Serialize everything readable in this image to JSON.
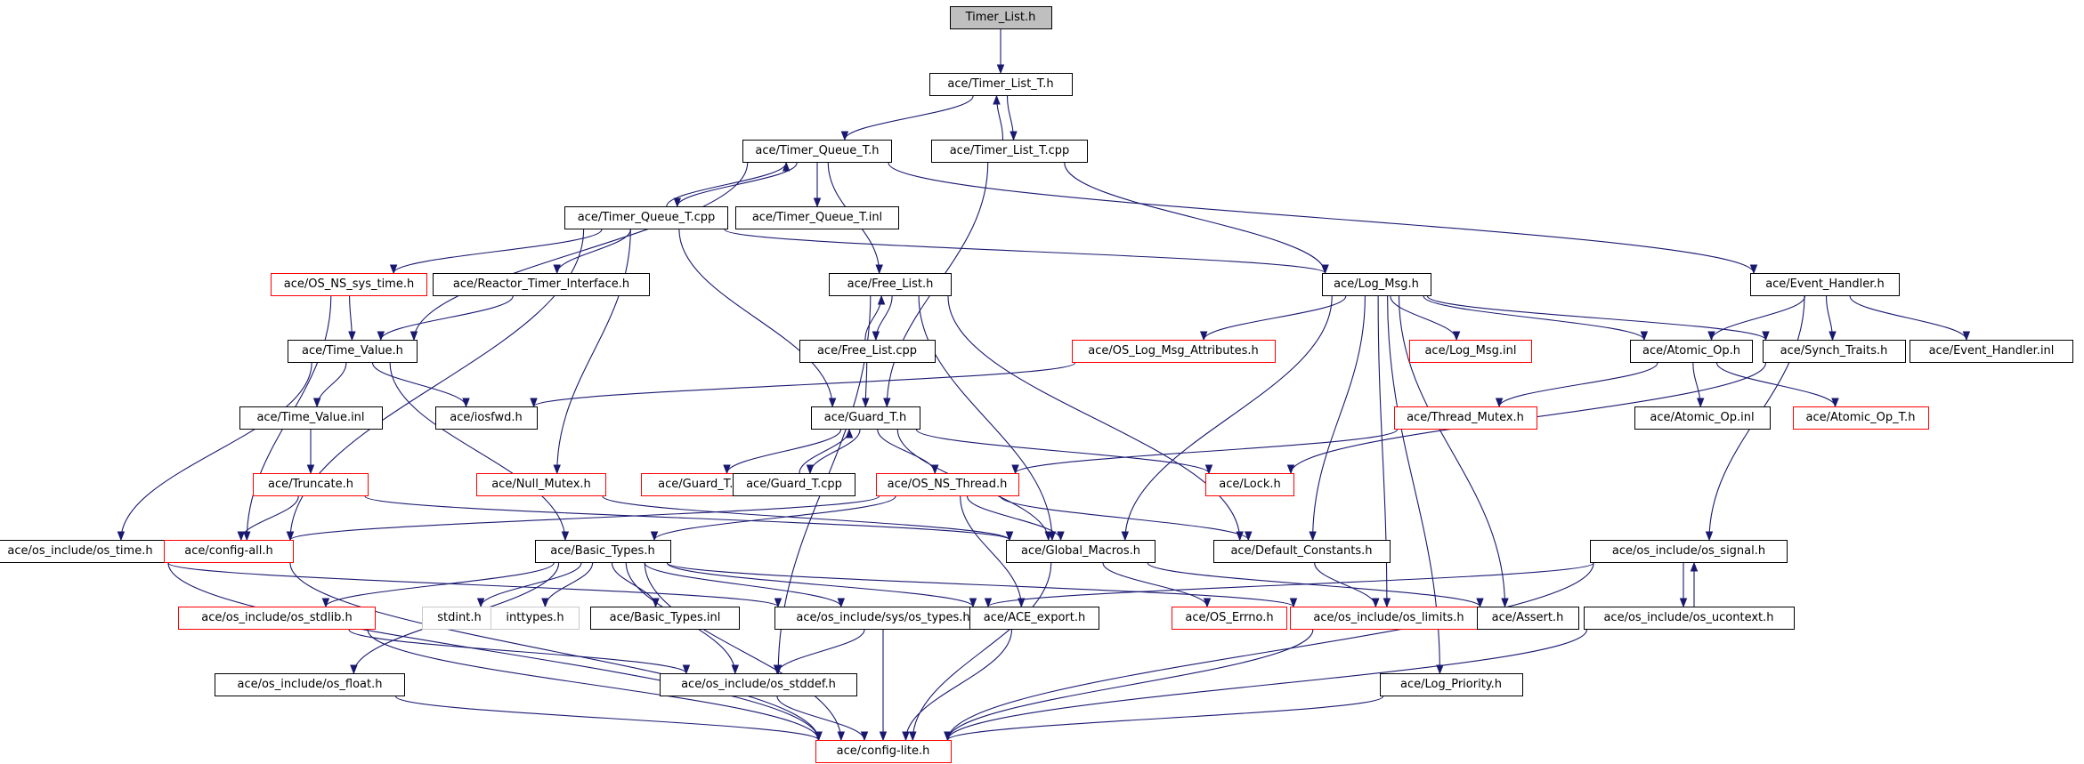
{
  "graph": {
    "colors": {
      "edge": "#191970",
      "missing_border": "#ff0000",
      "normal_border": "#000000",
      "system_border": "#c8c8c8",
      "root_fill": "#bfbfbf"
    },
    "nodes": [
      {
        "id": "timer_list_h",
        "label": "Timer_List.h",
        "style": "root"
      },
      {
        "id": "timer_list_t_h",
        "label": "ace/Timer_List_T.h",
        "style": "normal"
      },
      {
        "id": "timer_queue_t_h",
        "label": "ace/Timer_Queue_T.h",
        "style": "normal"
      },
      {
        "id": "timer_list_t_cpp",
        "label": "ace/Timer_List_T.cpp",
        "style": "normal"
      },
      {
        "id": "timer_queue_t_cpp",
        "label": "ace/Timer_Queue_T.cpp",
        "style": "normal"
      },
      {
        "id": "timer_queue_t_inl",
        "label": "ace/Timer_Queue_T.inl",
        "style": "normal"
      },
      {
        "id": "os_ns_sys_time_h",
        "label": "ace/OS_NS_sys_time.h",
        "style": "red"
      },
      {
        "id": "reactor_timer_interface_h",
        "label": "ace/Reactor_Timer_Interface.h",
        "style": "normal"
      },
      {
        "id": "free_list_h",
        "label": "ace/Free_List.h",
        "style": "normal"
      },
      {
        "id": "log_msg_h",
        "label": "ace/Log_Msg.h",
        "style": "normal"
      },
      {
        "id": "event_handler_h",
        "label": "ace/Event_Handler.h",
        "style": "normal"
      },
      {
        "id": "time_value_h",
        "label": "ace/Time_Value.h",
        "style": "normal"
      },
      {
        "id": "free_list_cpp",
        "label": "ace/Free_List.cpp",
        "style": "normal"
      },
      {
        "id": "os_log_msg_attributes_h",
        "label": "ace/OS_Log_Msg_Attributes.h",
        "style": "red"
      },
      {
        "id": "log_msg_inl",
        "label": "ace/Log_Msg.inl",
        "style": "red"
      },
      {
        "id": "atomic_op_h",
        "label": "ace/Atomic_Op.h",
        "style": "normal"
      },
      {
        "id": "synch_traits_h",
        "label": "ace/Synch_Traits.h",
        "style": "normal"
      },
      {
        "id": "event_handler_inl",
        "label": "ace/Event_Handler.inl",
        "style": "normal"
      },
      {
        "id": "time_value_inl",
        "label": "ace/Time_Value.inl",
        "style": "normal"
      },
      {
        "id": "iosfwd_h",
        "label": "ace/iosfwd.h",
        "style": "normal"
      },
      {
        "id": "guard_t_h",
        "label": "ace/Guard_T.h",
        "style": "normal"
      },
      {
        "id": "thread_mutex_h",
        "label": "ace/Thread_Mutex.h",
        "style": "red"
      },
      {
        "id": "atomic_op_inl",
        "label": "ace/Atomic_Op.inl",
        "style": "normal"
      },
      {
        "id": "atomic_op_t_h",
        "label": "ace/Atomic_Op_T.h",
        "style": "red"
      },
      {
        "id": "truncate_h",
        "label": "ace/Truncate.h",
        "style": "red"
      },
      {
        "id": "null_mutex_h",
        "label": "ace/Null_Mutex.h",
        "style": "red"
      },
      {
        "id": "guard_t_inl",
        "label": "ace/Guard_T.inl",
        "style": "red"
      },
      {
        "id": "guard_t_cpp",
        "label": "ace/Guard_T.cpp",
        "style": "normal"
      },
      {
        "id": "os_ns_thread_h",
        "label": "ace/OS_NS_Thread.h",
        "style": "red"
      },
      {
        "id": "lock_h",
        "label": "ace/Lock.h",
        "style": "red"
      },
      {
        "id": "os_include_os_time_h",
        "label": "ace/os_include/os_time.h",
        "style": "normal"
      },
      {
        "id": "config_all_h",
        "label": "ace/config-all.h",
        "style": "red"
      },
      {
        "id": "basic_types_h",
        "label": "ace/Basic_Types.h",
        "style": "normal"
      },
      {
        "id": "global_macros_h",
        "label": "ace/Global_Macros.h",
        "style": "normal"
      },
      {
        "id": "default_constants_h",
        "label": "ace/Default_Constants.h",
        "style": "normal"
      },
      {
        "id": "os_include_os_signal_h",
        "label": "ace/os_include/os_signal.h",
        "style": "normal"
      },
      {
        "id": "os_include_os_stdlib_h",
        "label": "ace/os_include/os_stdlib.h",
        "style": "red"
      },
      {
        "id": "stdint_h",
        "label": "stdint.h",
        "style": "gray"
      },
      {
        "id": "inttypes_h",
        "label": "inttypes.h",
        "style": "gray"
      },
      {
        "id": "basic_types_inl",
        "label": "ace/Basic_Types.inl",
        "style": "normal"
      },
      {
        "id": "os_include_sys_os_types_h",
        "label": "ace/os_include/sys/os_types.h",
        "style": "normal"
      },
      {
        "id": "ace_export_h",
        "label": "ace/ACE_export.h",
        "style": "normal"
      },
      {
        "id": "os_errno_h",
        "label": "ace/OS_Errno.h",
        "style": "red"
      },
      {
        "id": "os_include_os_limits_h",
        "label": "ace/os_include/os_limits.h",
        "style": "red"
      },
      {
        "id": "assert_h",
        "label": "ace/Assert.h",
        "style": "normal"
      },
      {
        "id": "os_include_os_ucontext_h",
        "label": "ace/os_include/os_ucontext.h",
        "style": "normal"
      },
      {
        "id": "os_include_os_float_h",
        "label": "ace/os_include/os_float.h",
        "style": "normal"
      },
      {
        "id": "os_include_os_stddef_h",
        "label": "ace/os_include/os_stddef.h",
        "style": "normal"
      },
      {
        "id": "log_priority_h",
        "label": "ace/Log_Priority.h",
        "style": "normal"
      },
      {
        "id": "config_lite_h",
        "label": "ace/config-lite.h",
        "style": "red"
      }
    ],
    "edges": [
      [
        "timer_list_h",
        "timer_list_t_h"
      ],
      [
        "timer_list_t_h",
        "timer_queue_t_h"
      ],
      [
        "timer_list_t_h",
        "timer_list_t_cpp"
      ],
      [
        "timer_list_t_cpp",
        "timer_list_t_h"
      ],
      [
        "timer_list_t_cpp",
        "guard_t_h"
      ],
      [
        "timer_list_t_cpp",
        "log_msg_h"
      ],
      [
        "timer_queue_t_h",
        "timer_queue_t_cpp"
      ],
      [
        "timer_queue_t_cpp",
        "timer_queue_t_h"
      ],
      [
        "timer_queue_t_h",
        "timer_queue_t_inl"
      ],
      [
        "timer_queue_t_h",
        "time_value_h"
      ],
      [
        "timer_queue_t_h",
        "free_list_h"
      ],
      [
        "timer_queue_t_h",
        "event_handler_h"
      ],
      [
        "timer_queue_t_cpp",
        "os_ns_sys_time_h"
      ],
      [
        "timer_queue_t_cpp",
        "reactor_timer_interface_h"
      ],
      [
        "timer_queue_t_cpp",
        "config_all_h"
      ],
      [
        "timer_queue_t_cpp",
        "null_mutex_h"
      ],
      [
        "timer_queue_t_cpp",
        "guard_t_h"
      ],
      [
        "timer_queue_t_cpp",
        "log_msg_h"
      ],
      [
        "os_ns_sys_time_h",
        "time_value_h"
      ],
      [
        "os_ns_sys_time_h",
        "config_all_h"
      ],
      [
        "reactor_timer_interface_h",
        "time_value_h"
      ],
      [
        "time_value_h",
        "time_value_inl"
      ],
      [
        "time_value_h",
        "iosfwd_h"
      ],
      [
        "time_value_h",
        "basic_types_h"
      ],
      [
        "time_value_h",
        "os_include_os_time_h"
      ],
      [
        "time_value_inl",
        "truncate_h"
      ],
      [
        "truncate_h",
        "config_all_h"
      ],
      [
        "truncate_h",
        "global_macros_h"
      ],
      [
        "free_list_h",
        "free_list_cpp"
      ],
      [
        "free_list_cpp",
        "free_list_h"
      ],
      [
        "free_list_cpp",
        "guard_t_h"
      ],
      [
        "free_list_h",
        "global_macros_h"
      ],
      [
        "free_list_h",
        "default_constants_h"
      ],
      [
        "free_list_h",
        "os_include_os_stddef_h"
      ],
      [
        "guard_t_h",
        "guard_t_inl"
      ],
      [
        "guard_t_h",
        "guard_t_cpp"
      ],
      [
        "guard_t_cpp",
        "guard_t_h"
      ],
      [
        "guard_t_h",
        "os_ns_thread_h"
      ],
      [
        "guard_t_h",
        "lock_h"
      ],
      [
        "guard_t_h",
        "global_macros_h"
      ],
      [
        "log_msg_h",
        "os_log_msg_attributes_h"
      ],
      [
        "log_msg_h",
        "log_msg_inl"
      ],
      [
        "log_msg_h",
        "atomic_op_h"
      ],
      [
        "log_msg_h",
        "synch_traits_h"
      ],
      [
        "log_msg_h",
        "global_macros_h"
      ],
      [
        "log_msg_h",
        "default_constants_h"
      ],
      [
        "log_msg_h",
        "os_include_os_limits_h"
      ],
      [
        "log_msg_h",
        "assert_h"
      ],
      [
        "log_msg_h",
        "log_priority_h"
      ],
      [
        "os_log_msg_attributes_h",
        "iosfwd_h"
      ],
      [
        "event_handler_h",
        "atomic_op_h"
      ],
      [
        "event_handler_h",
        "synch_traits_h"
      ],
      [
        "event_handler_h",
        "event_handler_inl"
      ],
      [
        "event_handler_h",
        "os_include_os_signal_h"
      ],
      [
        "atomic_op_h",
        "thread_mutex_h"
      ],
      [
        "atomic_op_h",
        "atomic_op_inl"
      ],
      [
        "atomic_op_h",
        "atomic_op_t_h"
      ],
      [
        "synch_traits_h",
        "lock_h"
      ],
      [
        "thread_mutex_h",
        "os_ns_thread_h"
      ],
      [
        "null_mutex_h",
        "global_macros_h"
      ],
      [
        "os_ns_thread_h",
        "config_all_h"
      ],
      [
        "os_ns_thread_h",
        "basic_types_h"
      ],
      [
        "os_ns_thread_h",
        "global_macros_h"
      ],
      [
        "os_ns_thread_h",
        "default_constants_h"
      ],
      [
        "os_ns_thread_h",
        "ace_export_h"
      ],
      [
        "os_include_os_time_h",
        "os_include_sys_os_types_h"
      ],
      [
        "os_include_os_time_h",
        "config_lite_h"
      ],
      [
        "config_all_h",
        "config_lite_h"
      ],
      [
        "basic_types_h",
        "os_include_os_stdlib_h"
      ],
      [
        "basic_types_h",
        "stdint_h"
      ],
      [
        "basic_types_h",
        "inttypes_h"
      ],
      [
        "basic_types_h",
        "basic_types_inl"
      ],
      [
        "basic_types_h",
        "os_include_sys_os_types_h"
      ],
      [
        "basic_types_h",
        "ace_export_h"
      ],
      [
        "basic_types_h",
        "os_include_os_limits_h"
      ],
      [
        "basic_types_h",
        "os_include_os_stddef_h"
      ],
      [
        "basic_types_h",
        "os_include_os_float_h"
      ],
      [
        "basic_types_h",
        "config_lite_h"
      ],
      [
        "global_macros_h",
        "os_errno_h"
      ],
      [
        "global_macros_h",
        "assert_h"
      ],
      [
        "global_macros_h",
        "config_lite_h"
      ],
      [
        "default_constants_h",
        "os_include_os_limits_h"
      ],
      [
        "os_include_os_signal_h",
        "os_include_sys_os_types_h"
      ],
      [
        "os_include_os_signal_h",
        "os_include_os_ucontext_h"
      ],
      [
        "os_include_os_ucontext_h",
        "os_include_os_signal_h"
      ],
      [
        "os_include_os_signal_h",
        "config_lite_h"
      ],
      [
        "os_include_os_ucontext_h",
        "config_lite_h"
      ],
      [
        "os_include_os_stdlib_h",
        "os_include_os_stddef_h"
      ],
      [
        "os_include_os_stdlib_h",
        "config_lite_h"
      ],
      [
        "os_include_sys_os_types_h",
        "os_include_os_stddef_h"
      ],
      [
        "os_include_sys_os_types_h",
        "config_lite_h"
      ],
      [
        "ace_export_h",
        "config_lite_h"
      ],
      [
        "os_include_os_limits_h",
        "config_lite_h"
      ],
      [
        "os_include_os_float_h",
        "config_lite_h"
      ],
      [
        "os_include_os_stddef_h",
        "config_lite_h"
      ],
      [
        "log_priority_h",
        "config_lite_h"
      ]
    ]
  }
}
